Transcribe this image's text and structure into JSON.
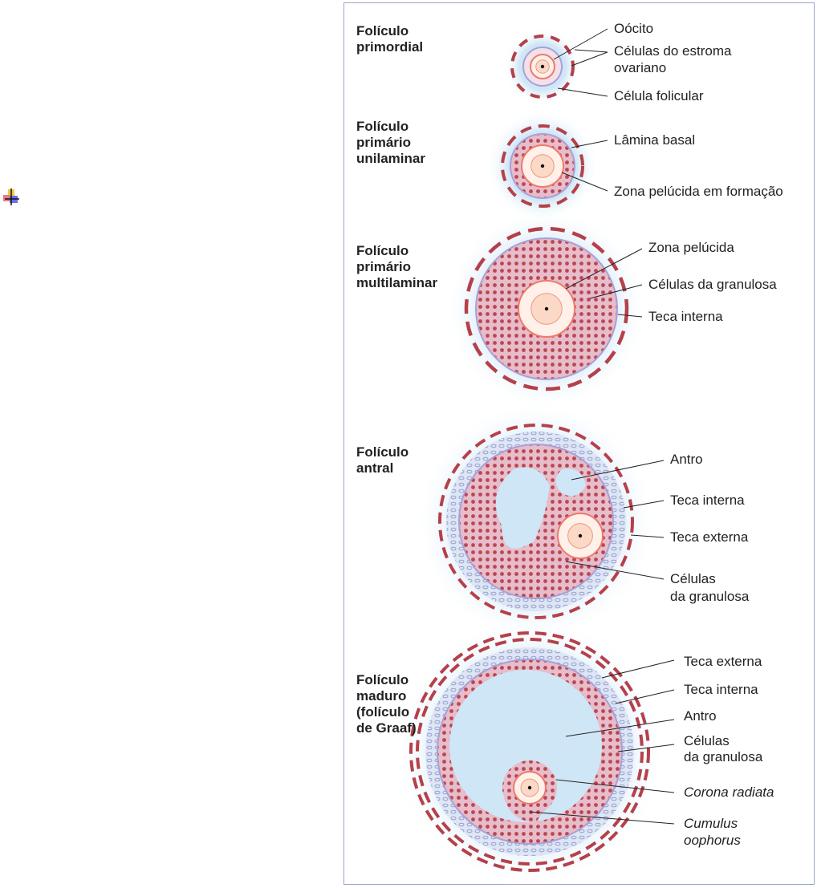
{
  "colors": {
    "theca_dash": "#b5404a",
    "granulosa": "#e7bccb",
    "cell": "#b9474f",
    "oocyte": "#fbd9c6",
    "oocyte_ring": "#ef7a6a",
    "antrum": "#cfe6f6",
    "frame": "#9aa6c8"
  },
  "icon": "image-placeholder-icon",
  "stages": [
    {
      "title": [
        "Folículo",
        "primordial"
      ],
      "labels": [
        [
          "Oócito"
        ],
        [
          "Células do estroma",
          "ovariano"
        ],
        [
          "Célula folicular"
        ]
      ]
    },
    {
      "title": [
        "Folículo",
        "primário",
        "unilaminar"
      ],
      "labels": [
        [
          "Lâmina basal"
        ],
        [
          "Zona pelúcida em formação"
        ]
      ]
    },
    {
      "title": [
        "Folículo",
        "primário",
        "multilaminar"
      ],
      "labels": [
        [
          "Zona pelúcida"
        ],
        [
          "Células da granulosa"
        ],
        [
          "Teca interna"
        ]
      ]
    },
    {
      "title": [
        "Folículo",
        "antral"
      ],
      "labels": [
        [
          "Antro"
        ],
        [
          "Teca interna"
        ],
        [
          "Teca externa"
        ],
        [
          "Células",
          "da granulosa"
        ]
      ]
    },
    {
      "title": [
        "Folículo",
        "maduro",
        "(folículo",
        "de Graaf)"
      ],
      "labels": [
        [
          "Teca externa"
        ],
        [
          "Teca interna"
        ],
        [
          "Antro"
        ],
        [
          "Células",
          "da granulosa"
        ],
        [
          "Corona radiata"
        ],
        [
          "Cumulus",
          "oophorus"
        ]
      ]
    }
  ]
}
